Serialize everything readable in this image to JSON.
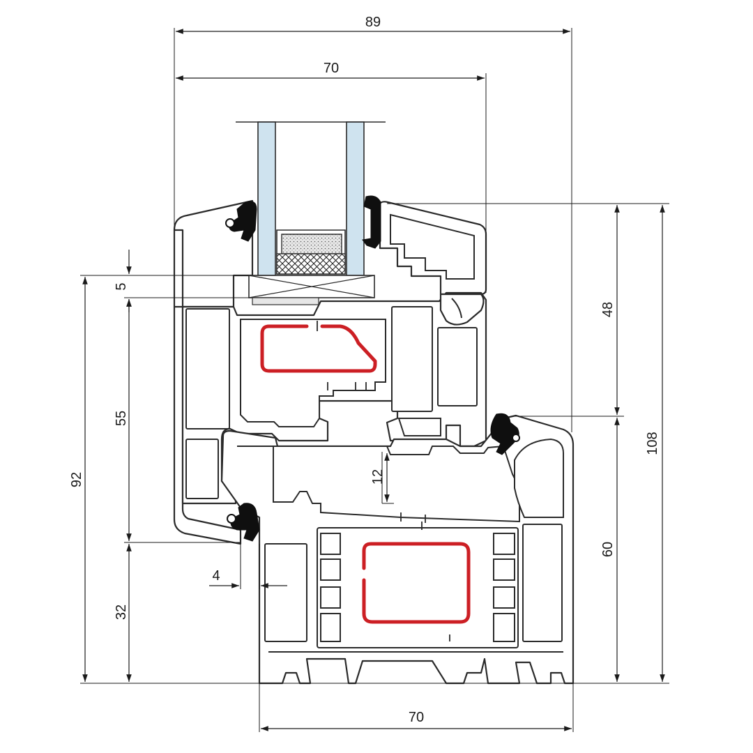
{
  "dimensions": {
    "top_overall": "89",
    "top_sash": "70",
    "bottom_frame": "70",
    "right_sash_height": "48",
    "right_frame_height": "60",
    "right_total": "108",
    "left_glazing_rebate": "5",
    "left_sash": "55",
    "left_total": "92",
    "left_frame_lower": "32",
    "overlap_gap": "12",
    "gasket_offset": "4"
  },
  "colors": {
    "reinforcement": "#cc1f24",
    "glass": "#cfe3ef",
    "gasket": "#0f0f0f",
    "profile_outline": "#2a2a2a"
  }
}
